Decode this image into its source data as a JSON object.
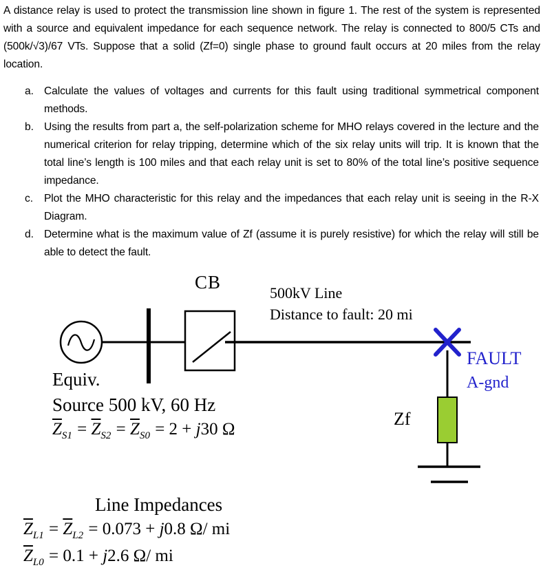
{
  "document": {
    "intro": "A distance relay is used to protect the transmission line shown in figure 1. The rest of the system is represented with a source and equivalent impedance for each sequence network. The relay is connected to 800/5 CTs and (500k/√3)/67 VTs. Suppose that a solid (Zf=0) single phase to ground fault occurs at 20 miles from the relay location.",
    "items": [
      {
        "marker": "a.",
        "text": "Calculate the values of voltages and currents for this fault using traditional symmetrical component methods."
      },
      {
        "marker": "b.",
        "text": "Using the results from part a, the self-polarization scheme for MHO relays covered in the lecture and the numerical criterion for relay tripping, determine which of the six relay units will trip. It is known that the total line’s length is 100 miles and that each relay unit is set to 80% of the total line’s positive sequence impedance."
      },
      {
        "marker": "c.",
        "text": "Plot the MHO characteristic for this relay and the impedances that each relay unit is seeing in the R-X Diagram."
      },
      {
        "marker": "d.",
        "text": "Determine what is the maximum value of Zf (assume it is purely resistive) for which the relay will still be able to detect the fault."
      }
    ]
  },
  "figure": {
    "cb_label": "CB",
    "line_label": "500kV Line",
    "distance_label": "Distance to fault: 20 mi",
    "fault_line1": "FAULT",
    "fault_line2": "A-gnd",
    "zf_label": "Zf",
    "equiv_label": "Equiv.",
    "source_label": "Source 500 kV, 60 Hz",
    "line_impedances_title": "Line Impedances",
    "colors": {
      "fault_blue": "#2222CC",
      "zf_green": "#9ACD32"
    },
    "eq_source": [
      {
        "s": "bar",
        "t": "Z"
      },
      {
        "s": "sub",
        "t": "S1"
      },
      {
        "s": "n",
        "t": " = "
      },
      {
        "s": "bar",
        "t": "Z"
      },
      {
        "s": "sub",
        "t": "S2"
      },
      {
        "s": "n",
        "t": " = "
      },
      {
        "s": "bar",
        "t": "Z"
      },
      {
        "s": "sub",
        "t": "S0"
      },
      {
        "s": "n",
        "t": " = 2 + "
      },
      {
        "s": "it",
        "t": "j"
      },
      {
        "s": "n",
        "t": "30 Ω"
      }
    ],
    "eq_line12": [
      {
        "s": "bar",
        "t": "Z"
      },
      {
        "s": "sub",
        "t": "L1"
      },
      {
        "s": "n",
        "t": " = "
      },
      {
        "s": "bar",
        "t": "Z"
      },
      {
        "s": "sub",
        "t": "L2"
      },
      {
        "s": "n",
        "t": " = 0.073 + "
      },
      {
        "s": "it",
        "t": "j"
      },
      {
        "s": "n",
        "t": "0.8 Ω/ mi"
      }
    ],
    "eq_line0": [
      {
        "s": "bar",
        "t": "Z"
      },
      {
        "s": "sub",
        "t": "L0"
      },
      {
        "s": "n",
        "t": " = 0.1 + "
      },
      {
        "s": "it",
        "t": "j"
      },
      {
        "s": "n",
        "t": "2.6 Ω/ mi"
      }
    ]
  }
}
